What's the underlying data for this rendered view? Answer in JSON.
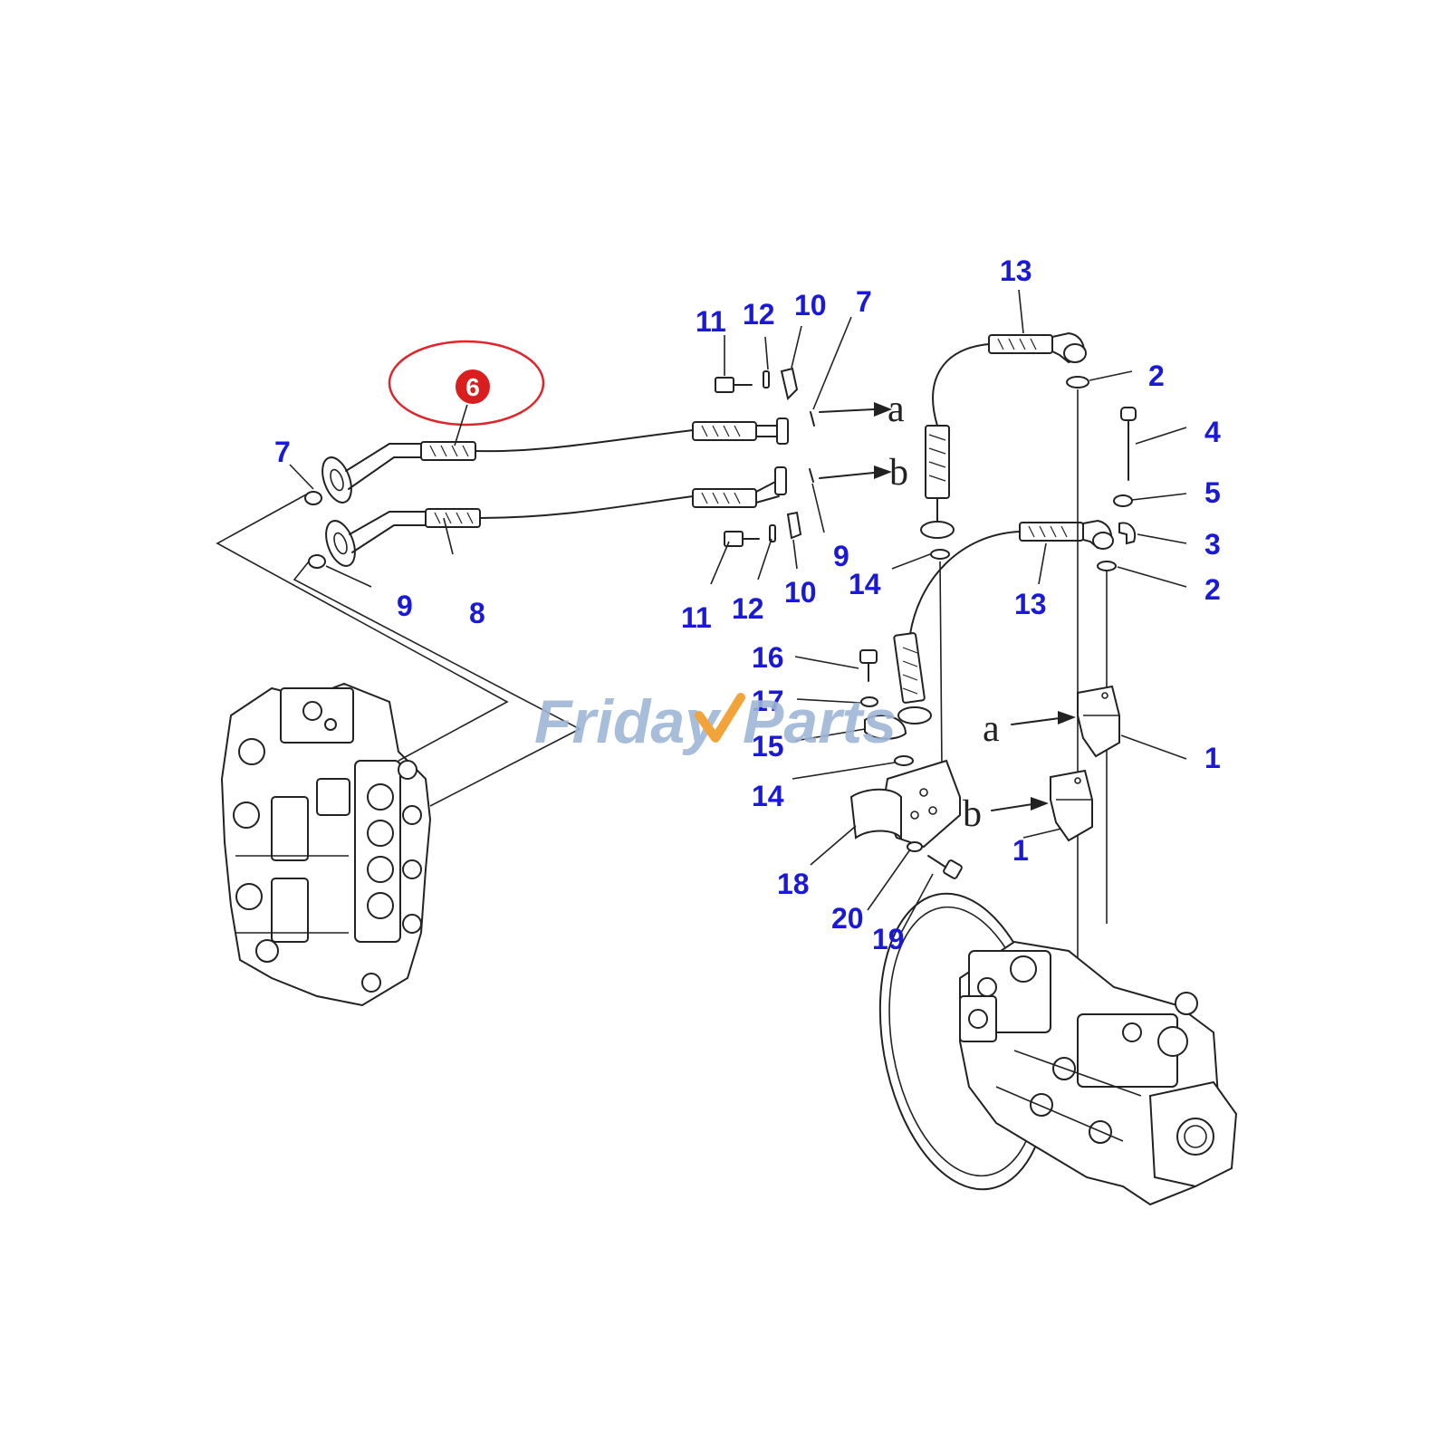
{
  "highlight": {
    "label": "6",
    "ring_color": "#e0242c",
    "badge_color": "#d81e1e"
  },
  "watermark": {
    "text_a": "Friday",
    "text_b": "Parts",
    "color": "#9fb6d6",
    "check_color": "#f2a33a"
  },
  "label_color": "#1a1ad6",
  "labels": {
    "n13_top": "13",
    "n2_top": "2",
    "n4": "4",
    "n5": "5",
    "n3": "3",
    "n2_mid": "2",
    "n13_mid": "13",
    "n11_top": "11",
    "n12_top": "12",
    "n10_top": "10",
    "n7_top": "7",
    "n7_left": "7",
    "n9_left": "9",
    "n8": "8",
    "n9_mid": "9",
    "n14_top": "14",
    "n11_bot": "11",
    "n12_bot": "12",
    "n10_bot": "10",
    "n16": "16",
    "n17": "17",
    "n15": "15",
    "n14_bot": "14",
    "n18": "18",
    "n20": "20",
    "n19": "19",
    "n1_top": "1",
    "n1_bot": "1"
  },
  "letters": {
    "a_top": "a",
    "b_top": "b",
    "a_right": "a",
    "b_right": "b"
  }
}
